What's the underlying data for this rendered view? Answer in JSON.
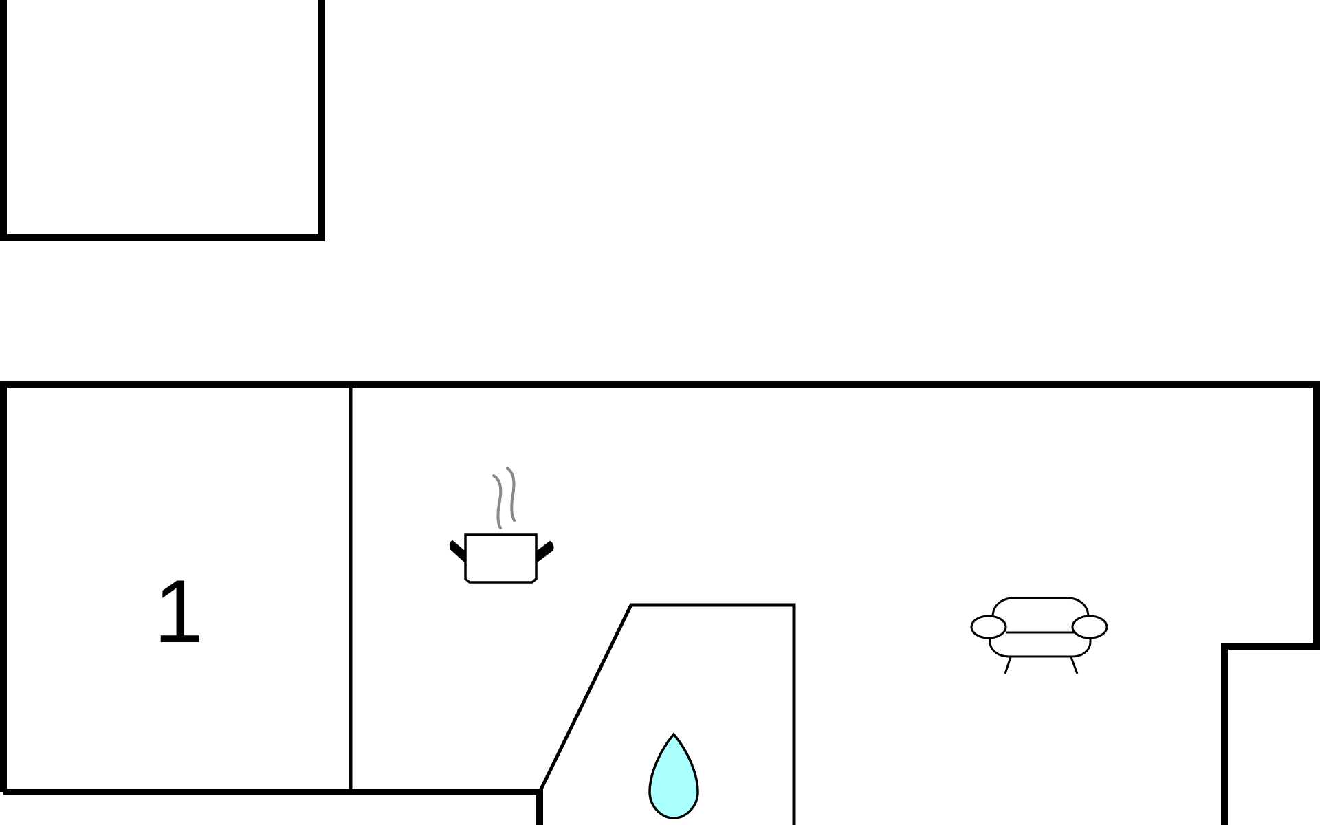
{
  "floorplan": {
    "rooms": [
      {
        "label": "1"
      }
    ],
    "icons": [
      {
        "name": "cooking-pot-icon",
        "meaning": "kitchen"
      },
      {
        "name": "water-drop-icon",
        "meaning": "bathroom"
      },
      {
        "name": "sofa-icon",
        "meaning": "living-room"
      }
    ],
    "colors": {
      "wall": "#000000",
      "background": "#ffffff",
      "steam": "#888888",
      "water": "#aaffff"
    }
  }
}
